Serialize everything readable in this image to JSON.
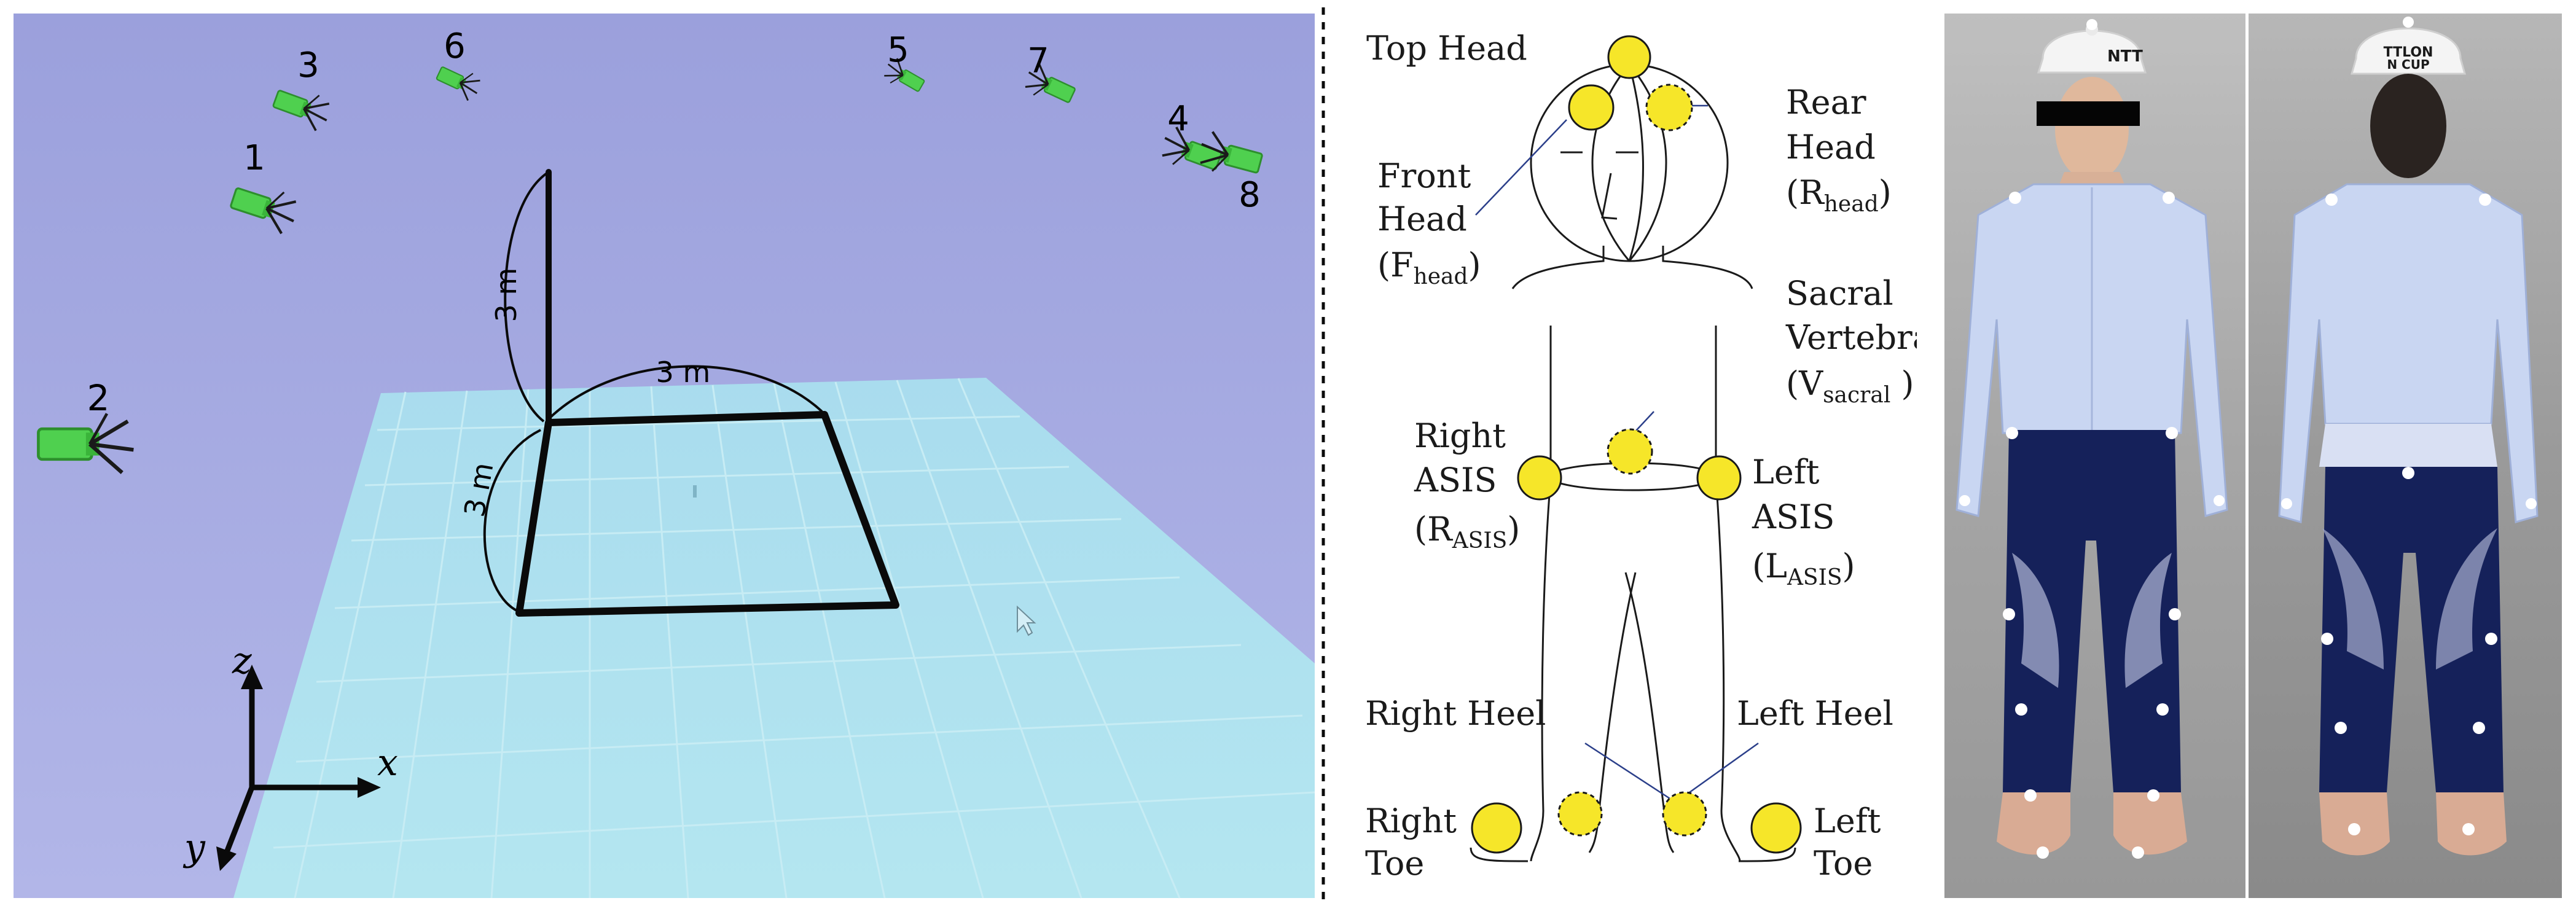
{
  "scene": {
    "cameras": [
      {
        "id": "cam-1",
        "label": "1"
      },
      {
        "id": "cam-2",
        "label": "2"
      },
      {
        "id": "cam-3",
        "label": "3"
      },
      {
        "id": "cam-4",
        "label": "4"
      },
      {
        "id": "cam-5",
        "label": "5"
      },
      {
        "id": "cam-6",
        "label": "6"
      },
      {
        "id": "cam-7",
        "label": "7"
      },
      {
        "id": "cam-8",
        "label": "8"
      }
    ],
    "dimensions": {
      "height": "3 m",
      "width": "3 m",
      "depth": "3 m"
    },
    "axes": {
      "x": "x",
      "y": "y",
      "z": "z"
    },
    "colors": {
      "wall": "#a3a8e0",
      "floor": "#a7e0ec",
      "camera": "#4fd04f",
      "frame": "#0a0a0a"
    }
  },
  "markers": {
    "top_head": "Top Head",
    "front_head": [
      "Front",
      "Head",
      "(F",
      "head",
      ")"
    ],
    "rear_head": [
      "Rear",
      "Head",
      "(R",
      "head",
      ")"
    ],
    "sacral": [
      "Sacral",
      "Vertebra",
      "(V",
      "sacral",
      " )"
    ],
    "right_asis": [
      "Right",
      "ASIS",
      "(R",
      "ASIS",
      ")"
    ],
    "left_asis": [
      "Left",
      "ASIS",
      "(L",
      "ASIS",
      ")"
    ],
    "right_heel": "Right Heel",
    "left_heel": "Left Heel",
    "right_toe": [
      "Right",
      "Toe"
    ],
    "left_toe": [
      "Left",
      "Toe"
    ],
    "colors": {
      "marker": "#f6e629",
      "outline": "#1a1a1a"
    }
  },
  "photos": {
    "front_helmet_text": "NTT",
    "back_helmet_text": [
      "TTLON",
      "N CUP"
    ],
    "colors": {
      "shirt": "#c9d6f2",
      "pants": "#15215a",
      "marker": "#ffffff",
      "background": "#8f8f8f"
    }
  }
}
